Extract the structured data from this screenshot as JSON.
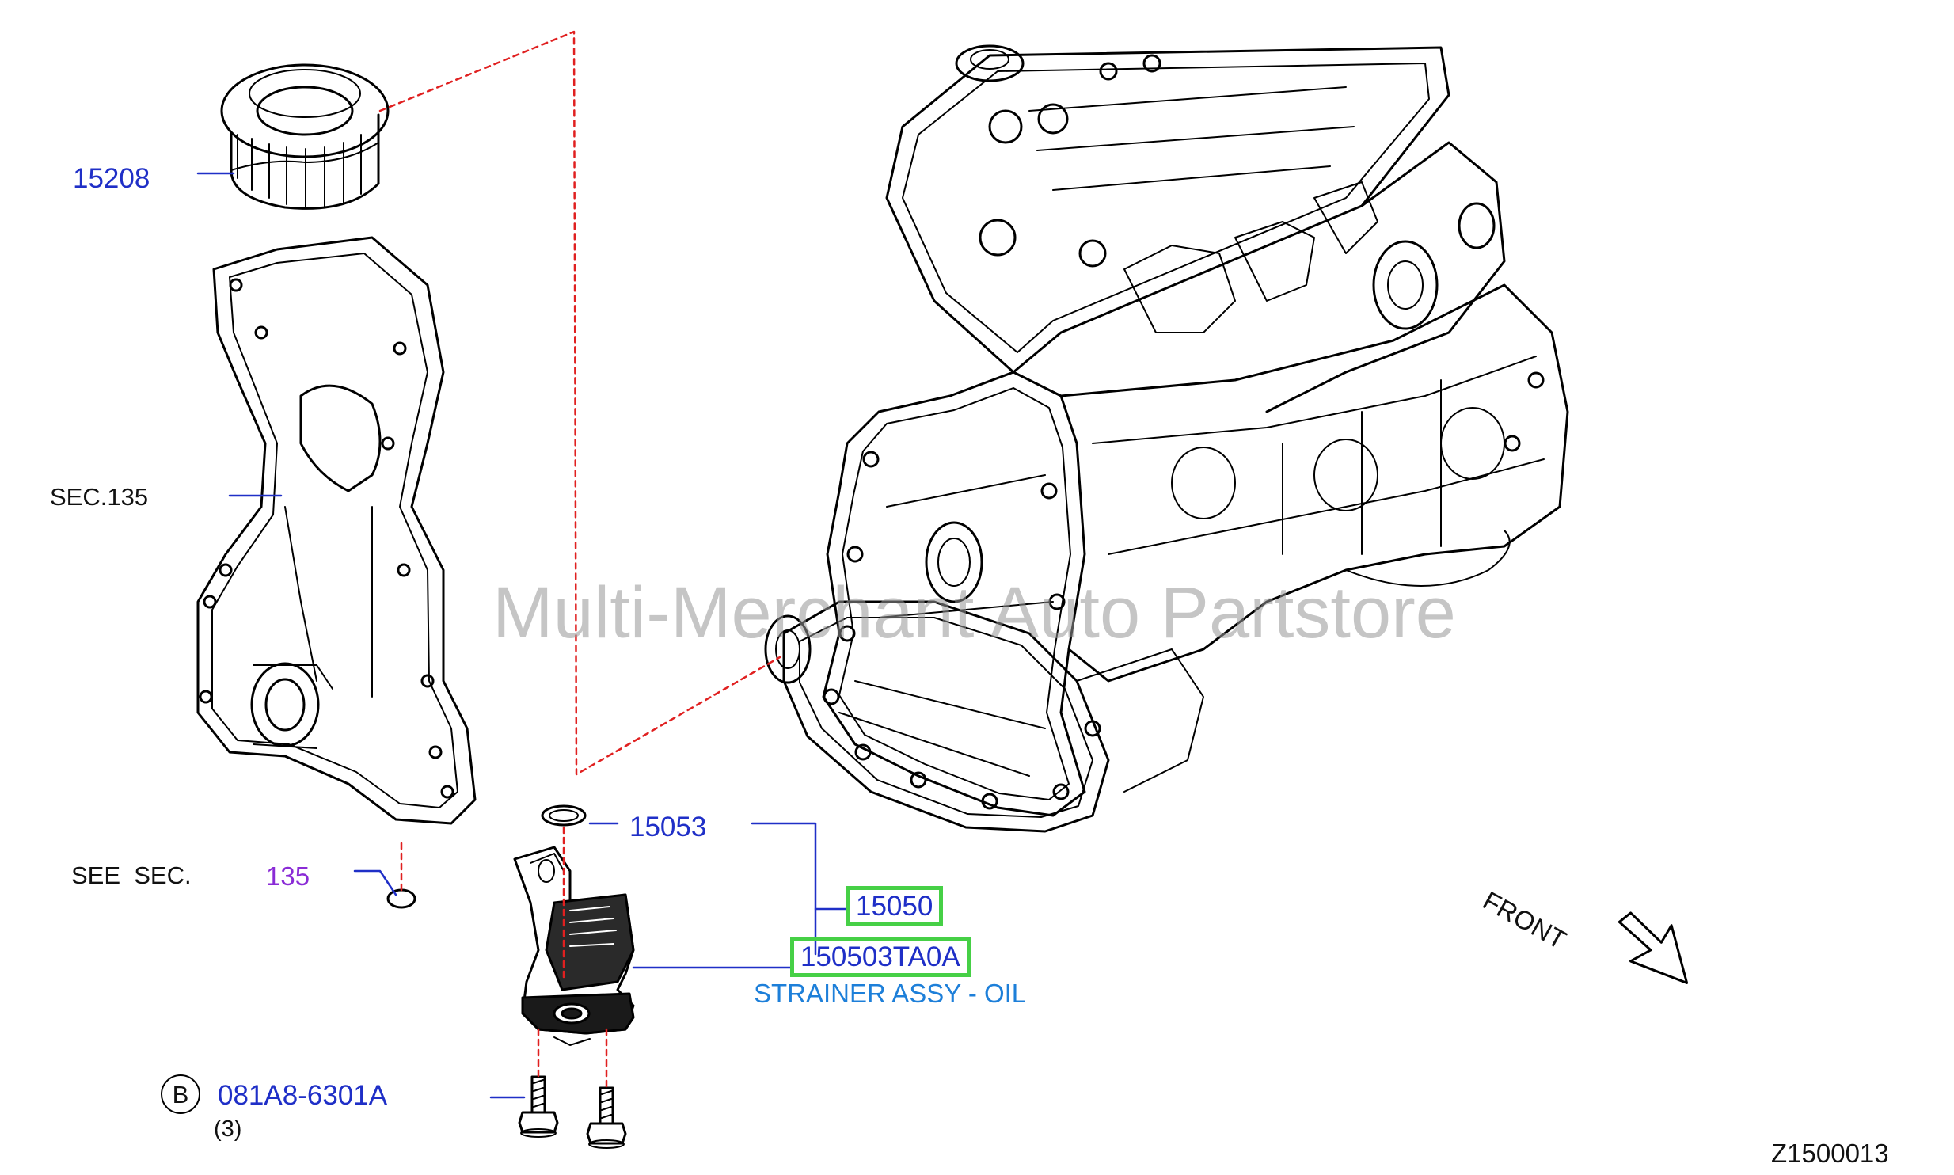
{
  "labels": {
    "filter_part": "15208",
    "front_cover_sec": "SEC.135",
    "see_sec": "SEE  SEC.",
    "see_sec_num": "135",
    "oring_part": "15053",
    "strainer_part": "15050",
    "strainer_part_full": "150503TA0A",
    "strainer_desc": "STRAINER ASSY - OIL",
    "bolt_circle": "B",
    "bolt_part": "081A8-6301A",
    "bolt_qty": "(3)",
    "front": "FRONT",
    "diagram_id": "Z1500013"
  },
  "watermark": "Multi-Merchant Auto Partstore",
  "colors": {
    "part_number": "#1f2fc7",
    "section_ref": "#8a2bd6",
    "description": "#1d7fd9",
    "highlight": "#46d046",
    "leader_dashed": "#e02020",
    "line_art": "#000000"
  }
}
